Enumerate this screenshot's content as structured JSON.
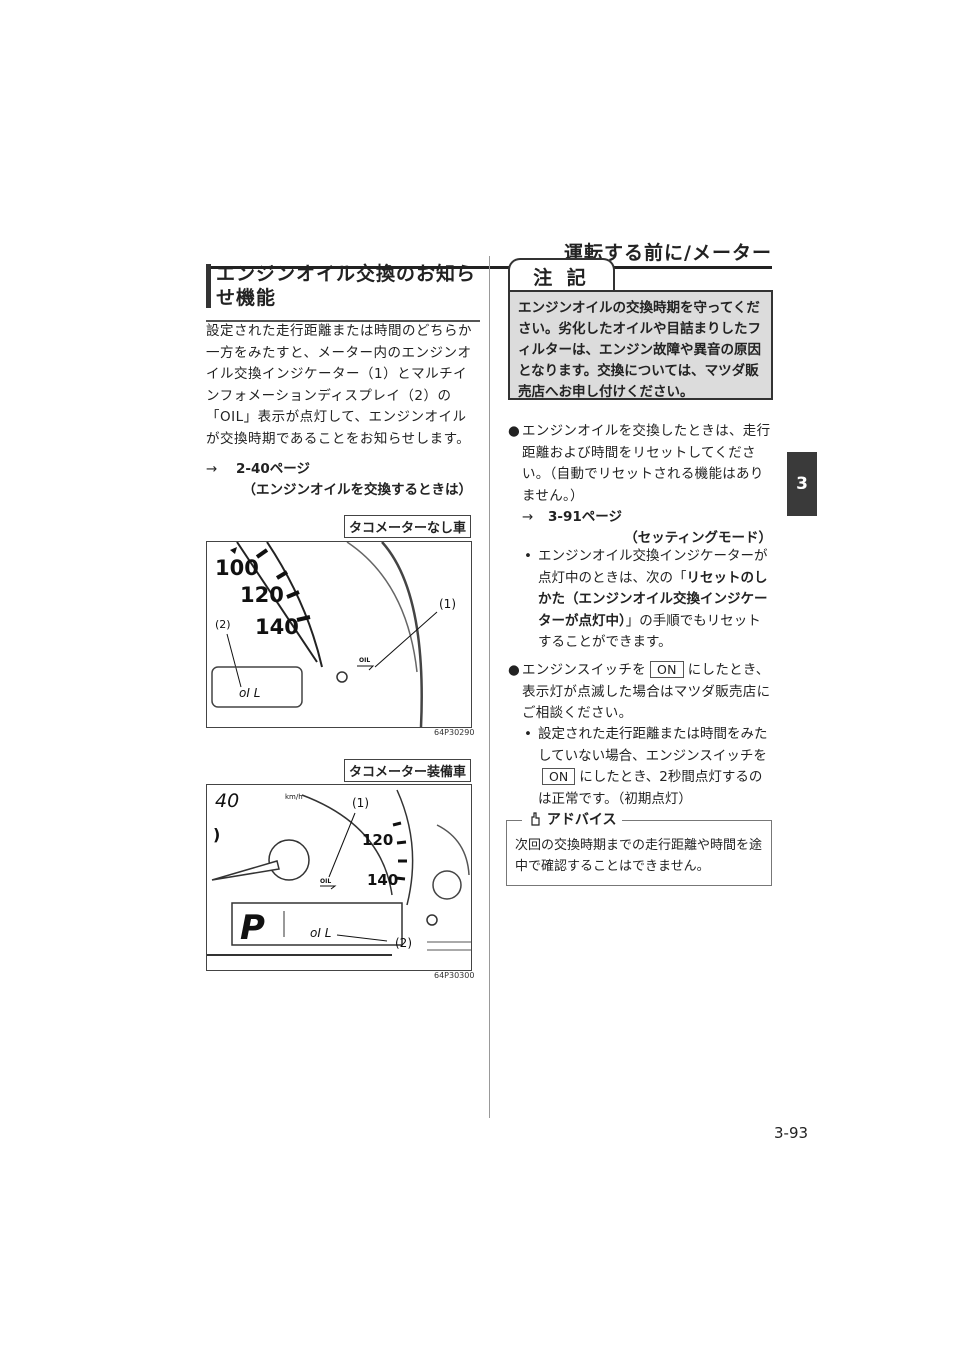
{
  "header": {
    "title": "運転する前に/メーター"
  },
  "chapter_tab": "3",
  "section": {
    "title_line1": "エンジンオイル交換のお知ら",
    "title_line2": "せ機能"
  },
  "intro": {
    "text": "設定された走行距離または時間のどちらか一方をみたすと、メーター内のエンジンオイル交換インジケーター（1）とマルチインフォメーションディスプレイ（2）の「OIL」表示が点灯して、エンジンオイルが交換時期であることをお知らせします。",
    "ref_arrow": "→",
    "ref_page": "2-40ページ",
    "ref_sub": "（エンジンオイルを交換するときは）"
  },
  "figures": [
    {
      "label": "タコメーターなし車",
      "code": "64P30290",
      "gauge": [
        "100",
        "120",
        "140"
      ],
      "callout1": "(1)",
      "callout2": "(2)",
      "display_text": "oI L",
      "oil_text": "OIL"
    },
    {
      "label": "タコメーター装備車",
      "code": "64P30300",
      "gauge": [
        "40",
        "120",
        "140"
      ],
      "unit": "km/h",
      "callout1": "(1)",
      "callout2": "(2)",
      "display_text": "oI L",
      "gear": "P",
      "oil_text": "OIL"
    }
  ],
  "caution": {
    "heading": "注 記",
    "text": "エンジンオイルの交換時期を守ってください。劣化したオイルや目詰まりしたフィルターは、エンジン故障や異音の原因となります。交換については、マツダ販売店へお申し付けください。"
  },
  "bullets": {
    "b1": "エンジンオイルを交換したときは、走行距離および時間をリセットしてください。（自動でリセットされる機能はありません。）",
    "b1_arrow": "→",
    "b1_ref_page": "3-91ページ",
    "b1_ref_sub": "（セッティングモード）",
    "sb1_a": "エンジンオイル交換インジケーターが点灯中のときは、次の「",
    "sb1_bold": "リセットのしかた（エンジンオイル交換インジケーターが点灯中）",
    "sb1_b": "」の手順でもリセットすることができます。",
    "b2_a": "エンジンスイッチを",
    "key_on": "ON",
    "b2_b": "にしたとき、表示灯が点滅した場合はマツダ販売店にご相談ください。",
    "sb2_a": "設定された走行距離または時間をみたしていない場合、エンジンスイッチを",
    "sb2_b": "にしたとき、2秒間点灯するのは正常です。（初期点灯）",
    "dot": "●",
    "sub_dot": "•"
  },
  "advice": {
    "label": "アドバイス",
    "text": "次回の交換時期までの走行距離や時間を途中で確認することはできません。"
  },
  "page_number": "3-93"
}
